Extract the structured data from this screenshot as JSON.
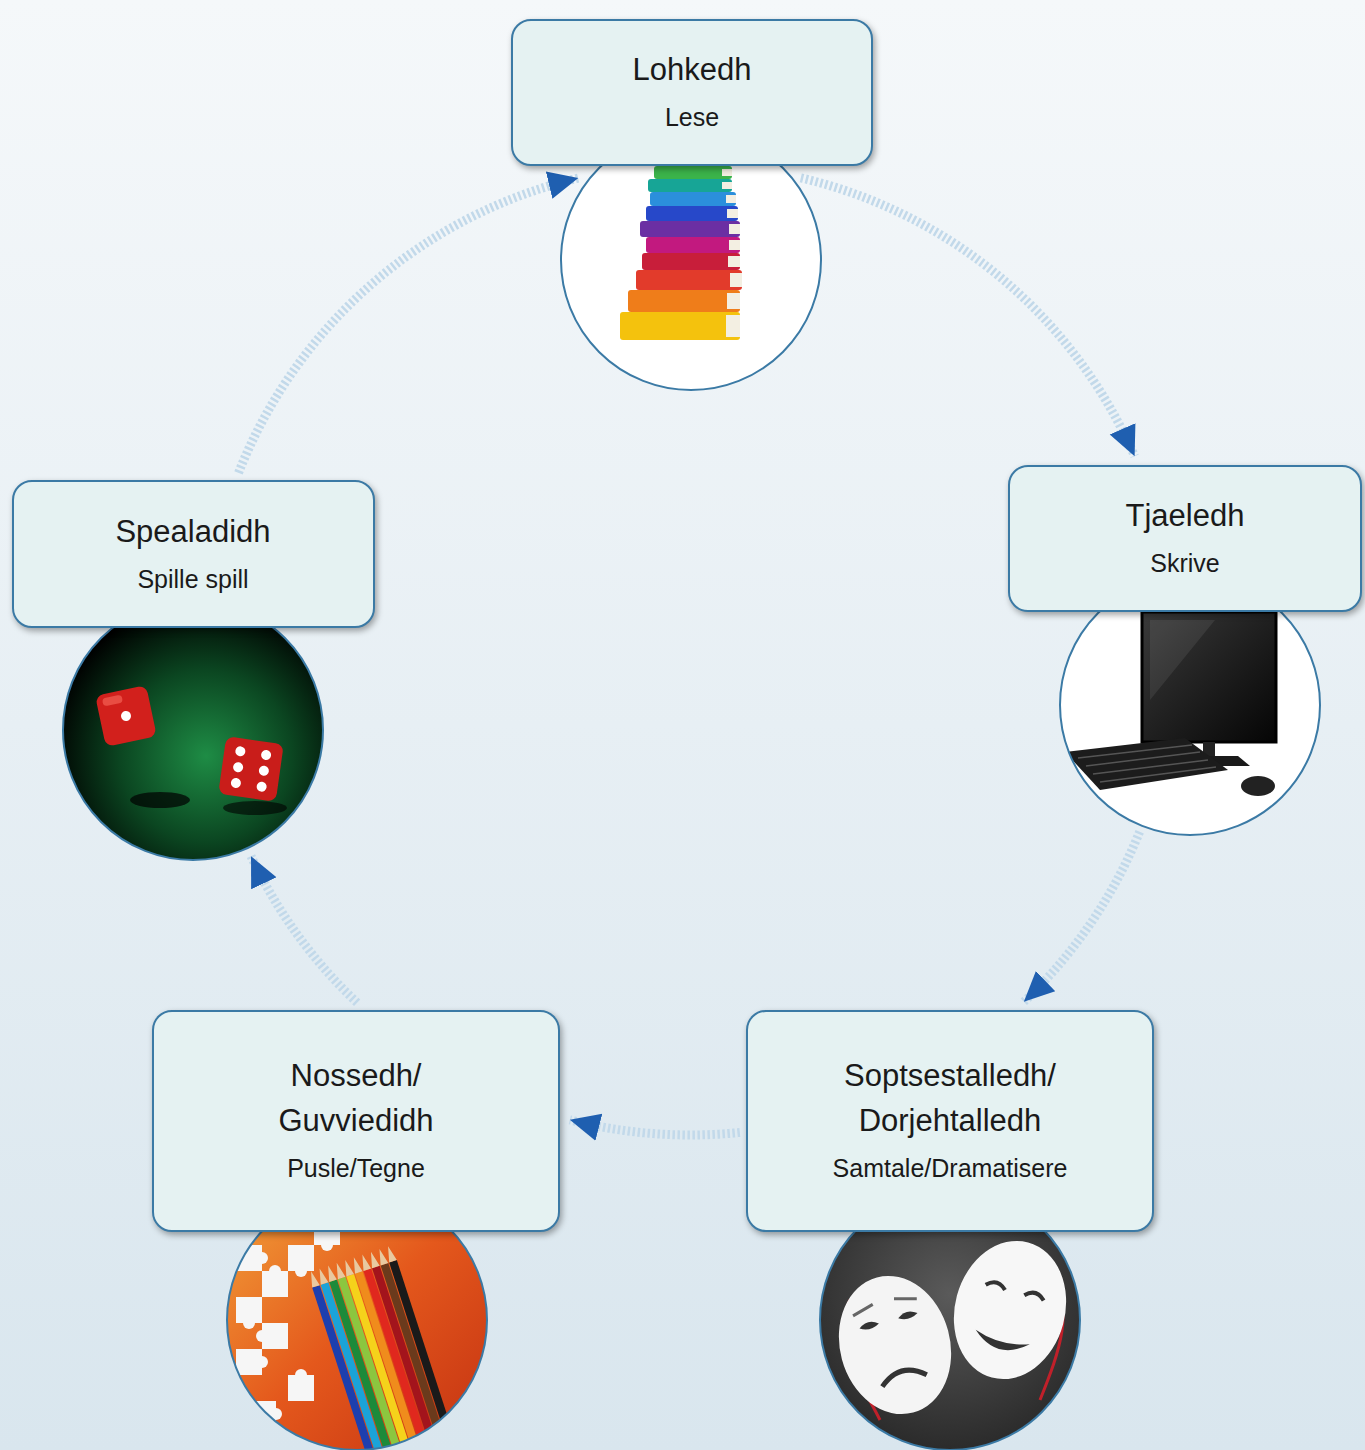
{
  "diagram": {
    "nodes": [
      {
        "text": [
          "Lohkedh",
          "Lese"
        ]
      },
      {
        "text": [
          "Tjaeledh",
          "Skrive"
        ]
      },
      {
        "text": [
          "Soptsestalledh/ Dorjehtalledh",
          "Samtale/Dramatisere"
        ]
      },
      {
        "text": [
          "Nossedh/ Guvviedidh",
          "Pusle/Tegne"
        ]
      },
      {
        "text": [
          "Spealadidh",
          "Spille spill"
        ]
      }
    ],
    "edges": [
      {
        "from": 0,
        "to": 1,
        "arrow": "to"
      },
      {
        "from": 1,
        "to": 2,
        "arrow": "to"
      },
      {
        "from": 2,
        "to": 3,
        "arrow": "to"
      },
      {
        "from": 3,
        "to": 4,
        "arrow": "to"
      },
      {
        "from": 4,
        "to": 0,
        "arrow": "to"
      }
    ]
  }
}
